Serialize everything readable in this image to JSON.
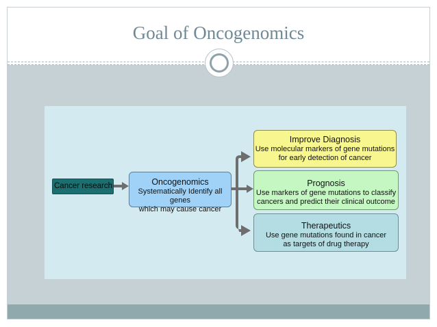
{
  "slide": {
    "title": "Goal of Oncogenomics"
  },
  "diagram": {
    "cancer_research": "Cancer research",
    "oncogenomics": {
      "title": "Oncogenomics",
      "line1": "Systematically Identify all genes",
      "line2": "which may cause cancer"
    },
    "improve_diagnosis": {
      "title": "Improve Diagnosis",
      "line1": "Use molecular markers of gene mutations",
      "line2": "for early detection of cancer"
    },
    "prognosis": {
      "title": "Prognosis",
      "line1": "Use markers of gene mutations to classify",
      "line2": "cancers and predict their clinical outcome"
    },
    "therapeutics": {
      "title": "Therapeutics",
      "line1": "Use gene mutations found in cancer",
      "line2": "as targets of drug therapy"
    }
  },
  "colors": {
    "title": "#6f8a95",
    "content_band": "#c6d1d6",
    "diagram_bg": "#d3eaf0",
    "cancer_box": "#1b6f70",
    "oncogenomics_box": "#9fd2f6",
    "diagnosis_box": "#f7f68f",
    "prognosis_box": "#c4f7c1",
    "therapeutics_box": "#b3dde3",
    "arrow": "#6e6e6e",
    "footer": "#8fa9ad"
  }
}
